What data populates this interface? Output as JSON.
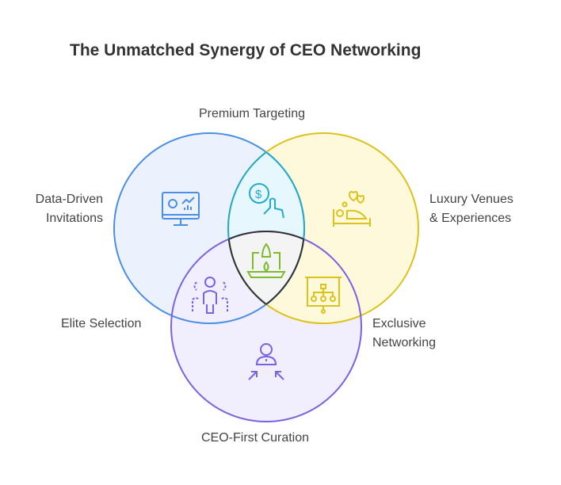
{
  "title": "The Unmatched Synergy of CEO Networking",
  "labels": {
    "premium_targeting": "Premium Targeting",
    "data_driven": "Data-Driven\nInvitations",
    "luxury": "Luxury Venues\n& Experiences",
    "elite": "Elite Selection",
    "exclusive": "Exclusive\nNetworking",
    "ceo_first": "CEO-First Curation"
  },
  "colors": {
    "blue": "#4a8ee6",
    "yellow": "#dcc21a",
    "purple": "#7b62e0",
    "cyan": "#22aacc",
    "green": "#7cbc2c",
    "dark": "#333333"
  }
}
